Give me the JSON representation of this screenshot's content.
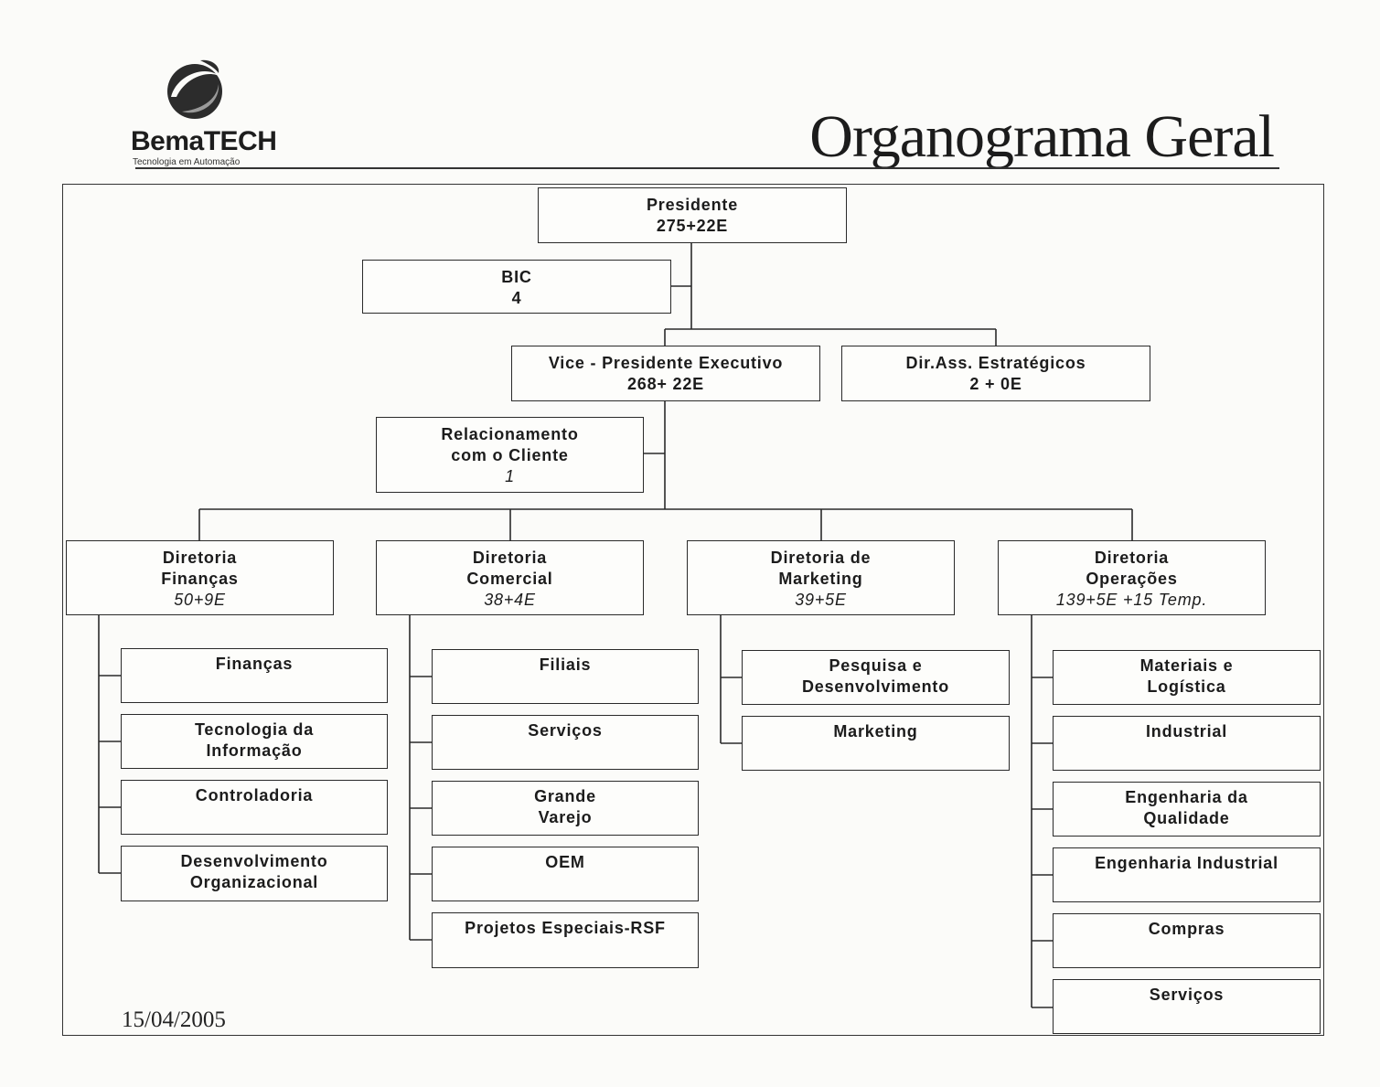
{
  "logo": {
    "name": "BemaTECH",
    "tagline": "Tecnologia em Automação",
    "icon": "globe-swirl-icon"
  },
  "title": "Organograma Geral",
  "date": "15/04/2005",
  "nodes": {
    "presidente": {
      "lines": [
        "Presidente"
      ],
      "count": "275+22E"
    },
    "bic": {
      "lines": [
        "BIC"
      ],
      "count": "4"
    },
    "vp": {
      "lines": [
        "Vice - Presidente Executivo"
      ],
      "count": "268+ 22E"
    },
    "dir_ass": {
      "lines": [
        "Dir.Ass. Estratégicos"
      ],
      "count": "2 + 0E"
    },
    "relacionamento": {
      "lines": [
        "Relacionamento",
        "com o Cliente"
      ],
      "count": "1"
    },
    "financas": {
      "lines": [
        "Diretoria",
        "Finanças"
      ],
      "count": "50+9E",
      "children": [
        {
          "lines": [
            "Finanças"
          ]
        },
        {
          "lines": [
            "Tecnologia da",
            "Informação"
          ]
        },
        {
          "lines": [
            "Controladoria"
          ]
        },
        {
          "lines": [
            "Desenvolvimento",
            "Organizacional"
          ]
        }
      ]
    },
    "comercial": {
      "lines": [
        "Diretoria",
        "Comercial"
      ],
      "count": "38+4E",
      "children": [
        {
          "lines": [
            "Filiais"
          ]
        },
        {
          "lines": [
            "Serviços"
          ]
        },
        {
          "lines": [
            "Grande",
            "Varejo"
          ]
        },
        {
          "lines": [
            "OEM"
          ]
        },
        {
          "lines": [
            "Projetos Especiais-RSF"
          ]
        }
      ]
    },
    "marketing": {
      "lines": [
        "Diretoria de",
        "Marketing"
      ],
      "count": "39+5E",
      "children": [
        {
          "lines": [
            "Pesquisa e",
            "Desenvolvimento"
          ]
        },
        {
          "lines": [
            "Marketing"
          ]
        }
      ]
    },
    "operacoes": {
      "lines": [
        "Diretoria",
        "Operações"
      ],
      "count": "139+5E +15 Temp.",
      "children": [
        {
          "lines": [
            "Materiais e",
            "Logística"
          ]
        },
        {
          "lines": [
            "Industrial"
          ]
        },
        {
          "lines": [
            "Engenharia da",
            "Qualidade"
          ]
        },
        {
          "lines": [
            "Engenharia Industrial"
          ]
        },
        {
          "lines": [
            "Compras"
          ]
        },
        {
          "lines": [
            "Serviços"
          ]
        }
      ]
    }
  }
}
